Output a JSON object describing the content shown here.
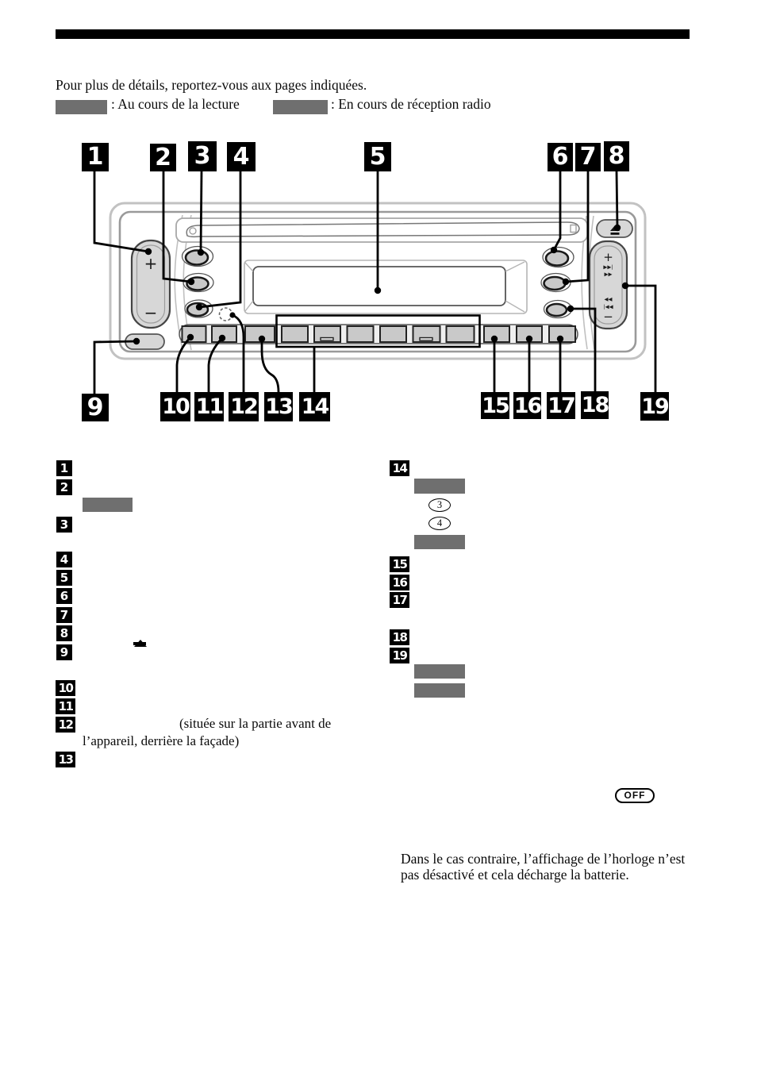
{
  "header": {
    "intro": "Pour plus de détails, reportez-vous aux pages indiquées.",
    "legend": [
      {
        "label": ": Au cours de la lecture"
      },
      {
        "label": ": En cours de réception radio"
      }
    ]
  },
  "callouts": [
    "1",
    "2",
    "3",
    "4",
    "5",
    "6",
    "7",
    "8",
    "9",
    "10",
    "11",
    "12",
    "13",
    "14",
    "15",
    "16",
    "17",
    "18",
    "19"
  ],
  "device": {
    "volume_plus": "+",
    "volume_minus": "−",
    "seek": {
      "plus": "+",
      "next": "▶▶|",
      "ff": "▶▶",
      "rew": "◀◀",
      "prev": "|◀◀",
      "minus": "−"
    }
  },
  "list": {
    "item12_note": "(située sur la partie avant de l’appareil, derrière la façade)",
    "circled_buttons": [
      "3",
      "4"
    ]
  },
  "footer": {
    "off_key": "OFF",
    "note": "Dans le cas contraire, l’affichage de l’horloge n’est pas désactivé et cela décharge la batterie."
  }
}
